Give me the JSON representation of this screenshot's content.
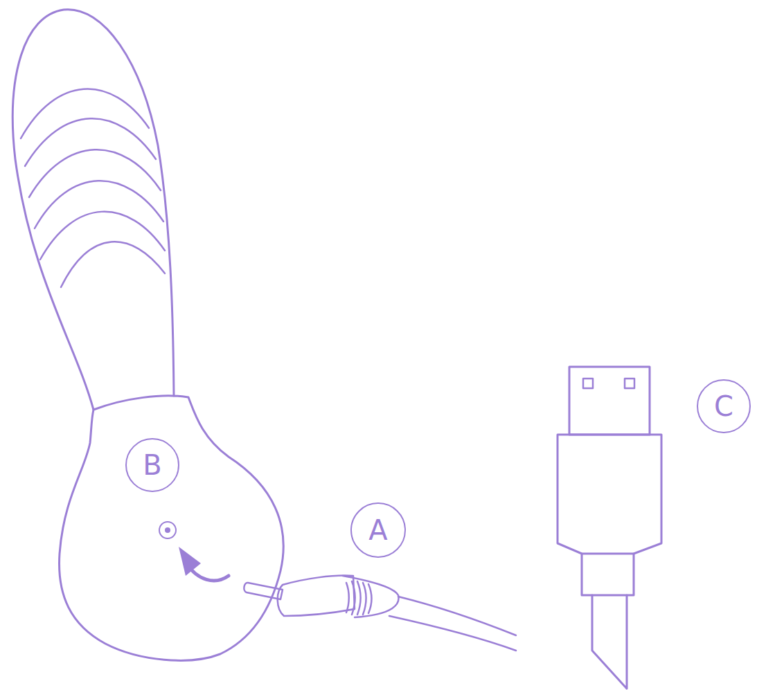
{
  "diagram": {
    "nodes": [
      {
        "text": [
          "C"
        ]
      },
      {
        "text": [
          "B"
        ]
      },
      {
        "text": [
          "A"
        ]
      }
    ]
  }
}
